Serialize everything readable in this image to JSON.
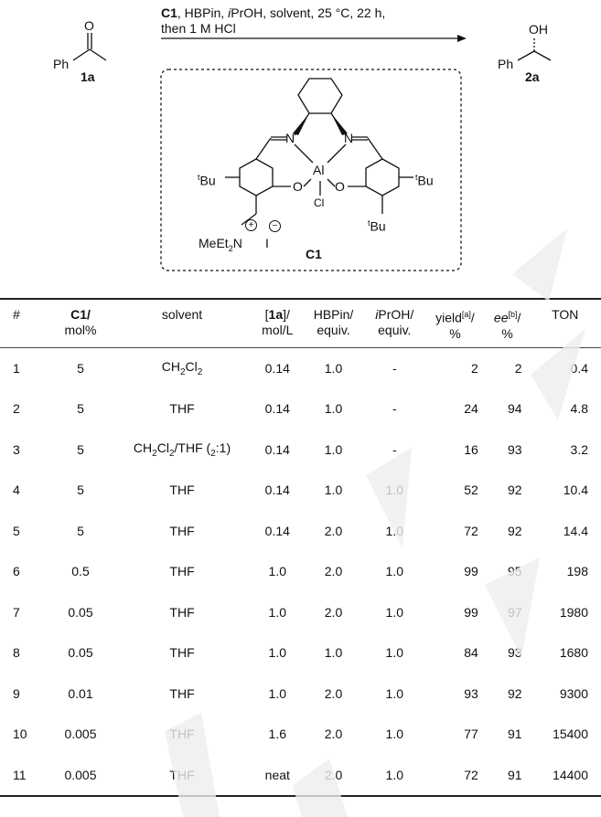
{
  "scheme": {
    "conditions_line1_parts": [
      "C1",
      ", HBPin, ",
      "i",
      "PrOH, solvent, 25 °C, 22 h,"
    ],
    "conditions_line2": "then 1 M HCl",
    "reactant": {
      "label": "1a",
      "ph": "Ph",
      "o": "O"
    },
    "product": {
      "label": "2a",
      "ph": "Ph",
      "oh": "OH"
    },
    "catalyst": {
      "label": "C1",
      "n_left": "N",
      "n_right": "N",
      "o_left": "O",
      "o_right": "O",
      "al": "Al",
      "cl": "Cl",
      "tbu_prefix": "t",
      "tbu": "Bu",
      "ammonium_1": "MeEt",
      "ammonium_sub": "2",
      "ammonium_2": "N",
      "iodide": "I",
      "plus": "+",
      "minus": "−"
    }
  },
  "table": {
    "headers": [
      {
        "line1": "#",
        "line2": ""
      },
      {
        "line1": "C1/",
        "line2": "mol%"
      },
      {
        "line1": "solvent",
        "line2": ""
      },
      {
        "line1_pre": "[",
        "line1_b": "1a",
        "line1_post": "]/",
        "line2": "mol/L"
      },
      {
        "line1": "HBPin/",
        "line2": "equiv."
      },
      {
        "line1_i": "i",
        "line1": "PrOH/",
        "line2": "equiv."
      },
      {
        "line1": "yield",
        "sup": "[a]",
        "line1_post": "/",
        "line2": "%"
      },
      {
        "line1_i": "ee",
        "sup": "[b]",
        "line1_post": "/",
        "line2": "%"
      },
      {
        "line1": "TON",
        "line2": ""
      }
    ],
    "rows": [
      [
        "1",
        "5",
        "CH2Cl2",
        "0.14",
        "1.0",
        "-",
        "2",
        "2",
        "0.4"
      ],
      [
        "2",
        "5",
        "THF",
        "0.14",
        "1.0",
        "-",
        "24",
        "94",
        "4.8"
      ],
      [
        "3",
        "5",
        "CH2Cl2/THF (2:1)",
        "0.14",
        "1.0",
        "-",
        "16",
        "93",
        "3.2"
      ],
      [
        "4",
        "5",
        "THF",
        "0.14",
        "1.0",
        "1.0",
        "52",
        "92",
        "10.4"
      ],
      [
        "5",
        "5",
        "THF",
        "0.14",
        "2.0",
        "1.0",
        "72",
        "92",
        "14.4"
      ],
      [
        "6",
        "0.5",
        "THF",
        "1.0",
        "2.0",
        "1.0",
        "99",
        "95",
        "198"
      ],
      [
        "7",
        "0.05",
        "THF",
        "1.0",
        "2.0",
        "1.0",
        "99",
        "97",
        "1980"
      ],
      [
        "8",
        "0.05",
        "THF",
        "1.0",
        "1.0",
        "1.0",
        "84",
        "93",
        "1680"
      ],
      [
        "9",
        "0.01",
        "THF",
        "1.0",
        "2.0",
        "1.0",
        "93",
        "92",
        "9300"
      ],
      [
        "10",
        "0.005",
        "THF",
        "1.6",
        "2.0",
        "1.0",
        "77",
        "91",
        "15400"
      ],
      [
        "11",
        "0.005",
        "THF",
        "neat",
        "2.0",
        "1.0",
        "72",
        "91",
        "14400"
      ]
    ]
  },
  "colors": {
    "watermark": "#eeeeee",
    "text": "#111111"
  }
}
